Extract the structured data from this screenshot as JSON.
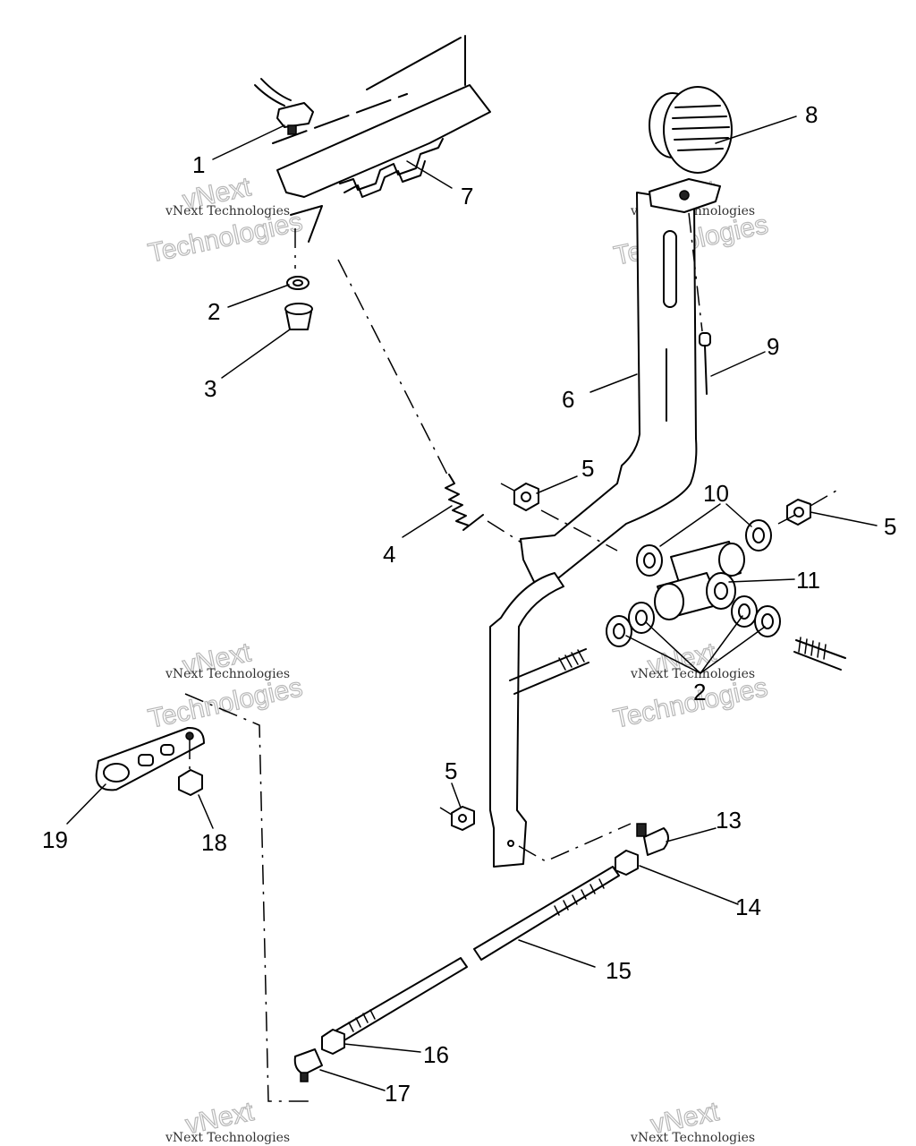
{
  "watermark": {
    "line1": "vNext Technologies",
    "word1": "vNext",
    "word2": "Technologies"
  },
  "callouts": [
    "1",
    "2",
    "3",
    "4",
    "5",
    "6",
    "7",
    "8",
    "9",
    "10",
    "11",
    "2",
    "5",
    "5",
    "13",
    "14",
    "15",
    "16",
    "17",
    "18",
    "19"
  ]
}
